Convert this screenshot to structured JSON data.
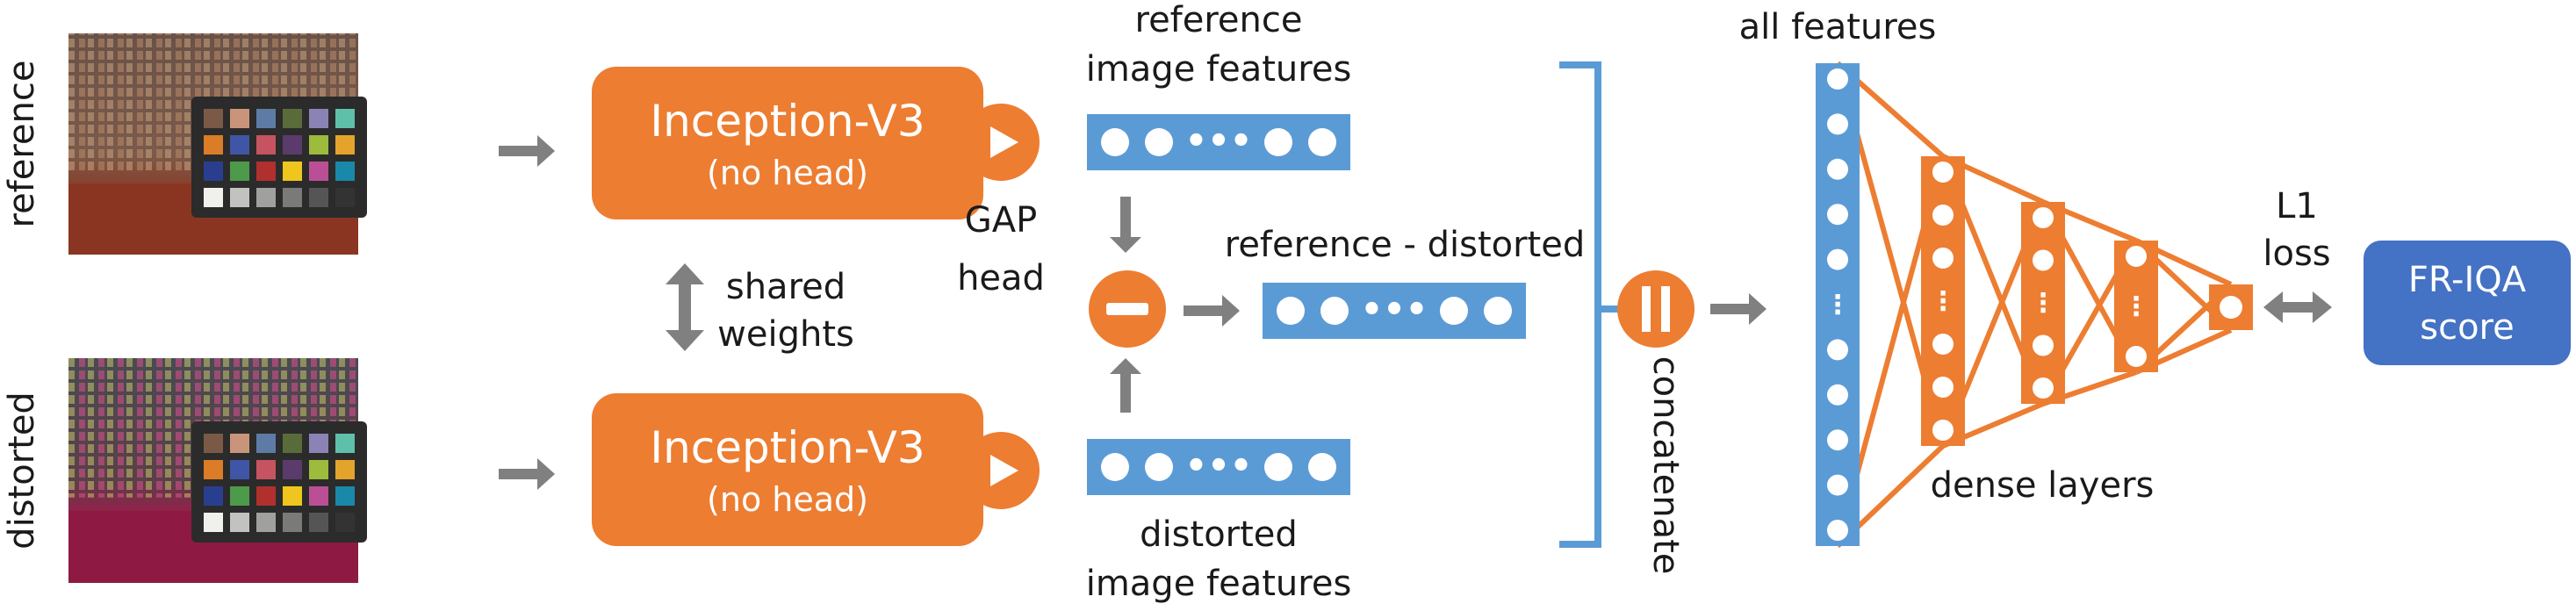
{
  "inputs": {
    "reference_label": "reference",
    "distorted_label": "distorted"
  },
  "backbone": {
    "top_title": "Inception-V3",
    "top_subtitle": "(no head)",
    "bottom_title": "Inception-V3",
    "bottom_subtitle": "(no head)",
    "shared_line1": "shared",
    "shared_line2": "weights"
  },
  "gap": {
    "line1": "GAP",
    "line2": "head"
  },
  "features": {
    "reference_line1": "reference",
    "reference_line2": "image features",
    "distorted_line1": "distorted",
    "distorted_line2": "image features",
    "difference_label": "reference - distorted",
    "ellipsis": "•••"
  },
  "concat": {
    "label": "concatenate"
  },
  "network": {
    "all_features_label": "all features",
    "dense_layers_label": "dense layers",
    "vertical_ellipsis": "⋮"
  },
  "output": {
    "loss_line1": "L1",
    "loss_line2": "loss",
    "score_line1": "FR-IQA",
    "score_line2": "score"
  },
  "colors": {
    "orange": "#ED7D31",
    "blue": "#5B9BD5",
    "dark_blue": "#4472C4",
    "gray": "#808080",
    "text": "#1a1a1a"
  },
  "icons": [
    "play-icon",
    "minus-icon",
    "concatenate-icon",
    "double-arrow-icon"
  ]
}
